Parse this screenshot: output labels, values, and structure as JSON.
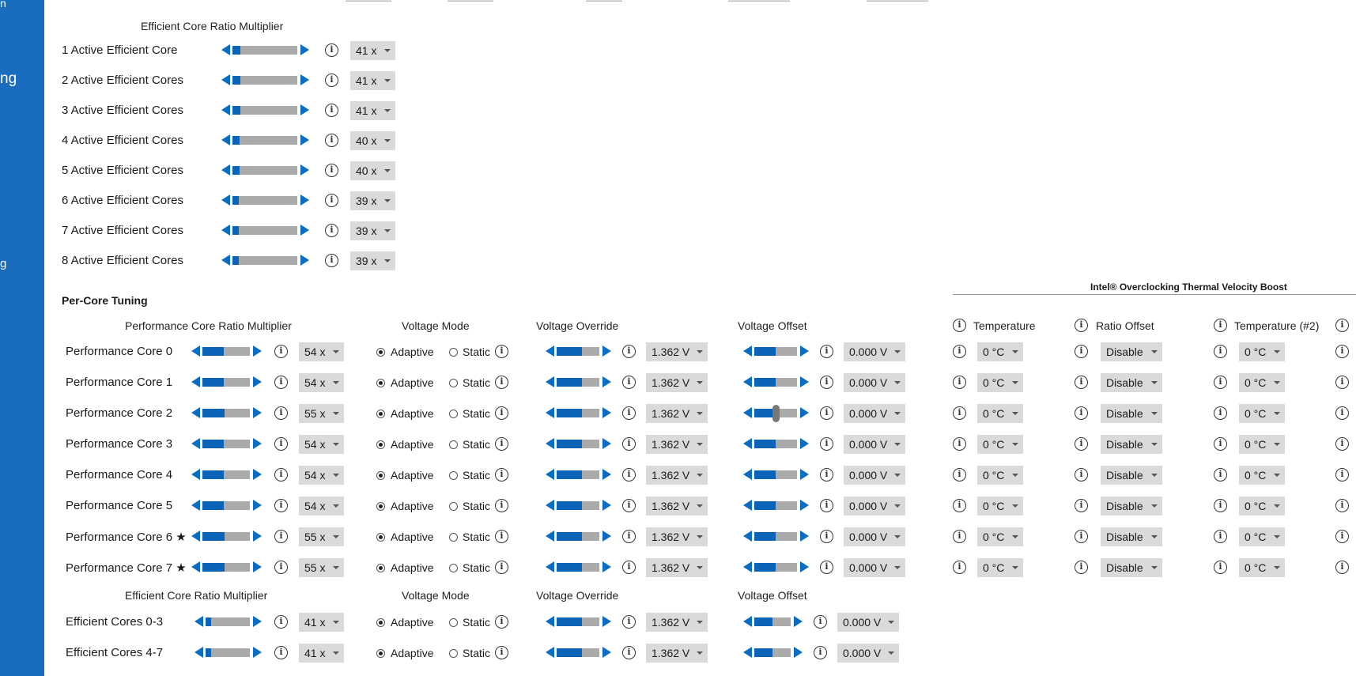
{
  "sidebar": {
    "fragments": [
      "n",
      "ng",
      "g"
    ]
  },
  "efficient_section": {
    "header": "Efficient Core Ratio Multiplier",
    "rows": [
      {
        "label": "1 Active Efficient Core",
        "value": "41 x",
        "level": 0.12
      },
      {
        "label": "2 Active Efficient Cores",
        "value": "41 x",
        "level": 0.12
      },
      {
        "label": "3 Active Efficient Cores",
        "value": "41 x",
        "level": 0.12
      },
      {
        "label": "4 Active Efficient Cores",
        "value": "40 x",
        "level": 0.11
      },
      {
        "label": "5 Active Efficient Cores",
        "value": "40 x",
        "level": 0.11
      },
      {
        "label": "6 Active Efficient Cores",
        "value": "39 x",
        "level": 0.1
      },
      {
        "label": "7 Active Efficient Cores",
        "value": "39 x",
        "level": 0.1
      },
      {
        "label": "8 Active Efficient Cores",
        "value": "39 x",
        "level": 0.1
      }
    ]
  },
  "per_core": {
    "title": "Per-Core Tuning",
    "tvb_title": "Intel® Overclocking Thermal Velocity Boost",
    "headers": {
      "perf_ratio": "Performance Core Ratio Multiplier",
      "voltage_mode": "Voltage Mode",
      "voltage_override": "Voltage Override",
      "voltage_offset": "Voltage Offset",
      "temperature": "Temperature",
      "ratio_offset": "Ratio Offset",
      "temperature2": "Temperature (#2)"
    },
    "mode_labels": {
      "adaptive": "Adaptive",
      "static": "Static"
    },
    "perf_rows": [
      {
        "label": "Performance Core 0",
        "ratio": "54 x",
        "ratio_level": 0.45,
        "mode": "Adaptive",
        "override": "1.362 V",
        "override_level": 0.6,
        "offset": "0.000 V",
        "offset_level": 0.5,
        "temp": "0 °C",
        "ratio_offset": "Disable",
        "temp2": "0 °C"
      },
      {
        "label": "Performance Core 1",
        "ratio": "54 x",
        "ratio_level": 0.45,
        "mode": "Adaptive",
        "override": "1.362 V",
        "override_level": 0.6,
        "offset": "0.000 V",
        "offset_level": 0.5,
        "temp": "0 °C",
        "ratio_offset": "Disable",
        "temp2": "0 °C"
      },
      {
        "label": "Performance Core 2",
        "ratio": "55 x",
        "ratio_level": 0.46,
        "mode": "Adaptive",
        "override": "1.362 V",
        "override_level": 0.6,
        "offset": "0.000 V",
        "offset_level": 0.5,
        "temp": "0 °C",
        "ratio_offset": "Disable",
        "temp2": "0 °C"
      },
      {
        "label": "Performance Core 3",
        "ratio": "54 x",
        "ratio_level": 0.45,
        "mode": "Adaptive",
        "override": "1.362 V",
        "override_level": 0.6,
        "offset": "0.000 V",
        "offset_level": 0.5,
        "temp": "0 °C",
        "ratio_offset": "Disable",
        "temp2": "0 °C"
      },
      {
        "label": "Performance Core 4",
        "ratio": "54 x",
        "ratio_level": 0.45,
        "mode": "Adaptive",
        "override": "1.362 V",
        "override_level": 0.6,
        "offset": "0.000 V",
        "offset_level": 0.5,
        "temp": "0 °C",
        "ratio_offset": "Disable",
        "temp2": "0 °C"
      },
      {
        "label": "Performance Core 5",
        "ratio": "54 x",
        "ratio_level": 0.45,
        "mode": "Adaptive",
        "override": "1.362 V",
        "override_level": 0.6,
        "offset": "0.000 V",
        "offset_level": 0.5,
        "temp": "0 °C",
        "ratio_offset": "Disable",
        "temp2": "0 °C"
      },
      {
        "label": "Performance Core 6 ★",
        "ratio": "55 x",
        "ratio_level": 0.46,
        "mode": "Adaptive",
        "override": "1.362 V",
        "override_level": 0.6,
        "offset": "0.000 V",
        "offset_level": 0.5,
        "temp": "0 °C",
        "ratio_offset": "Disable",
        "temp2": "0 °C"
      },
      {
        "label": "Performance Core 7 ★",
        "ratio": "55 x",
        "ratio_level": 0.46,
        "mode": "Adaptive",
        "override": "1.362 V",
        "override_level": 0.6,
        "offset": "0.000 V",
        "offset_level": 0.5,
        "temp": "0 °C",
        "ratio_offset": "Disable",
        "temp2": "0 °C"
      }
    ],
    "eff_headers": {
      "ratio": "Efficient Core Ratio Multiplier",
      "voltage_mode": "Voltage Mode",
      "voltage_override": "Voltage Override",
      "voltage_offset": "Voltage Offset"
    },
    "eff_rows": [
      {
        "label": "Efficient Cores 0-3",
        "ratio": "41 x",
        "ratio_level": 0.12,
        "mode": "Adaptive",
        "override": "1.362 V",
        "override_level": 0.6,
        "offset": "0.000 V",
        "offset_level": 0.5
      },
      {
        "label": "Efficient Cores 4-7",
        "ratio": "41 x",
        "ratio_level": 0.12,
        "mode": "Adaptive",
        "override": "1.362 V",
        "override_level": 0.6,
        "offset": "0.000 V",
        "offset_level": 0.5
      }
    ]
  }
}
